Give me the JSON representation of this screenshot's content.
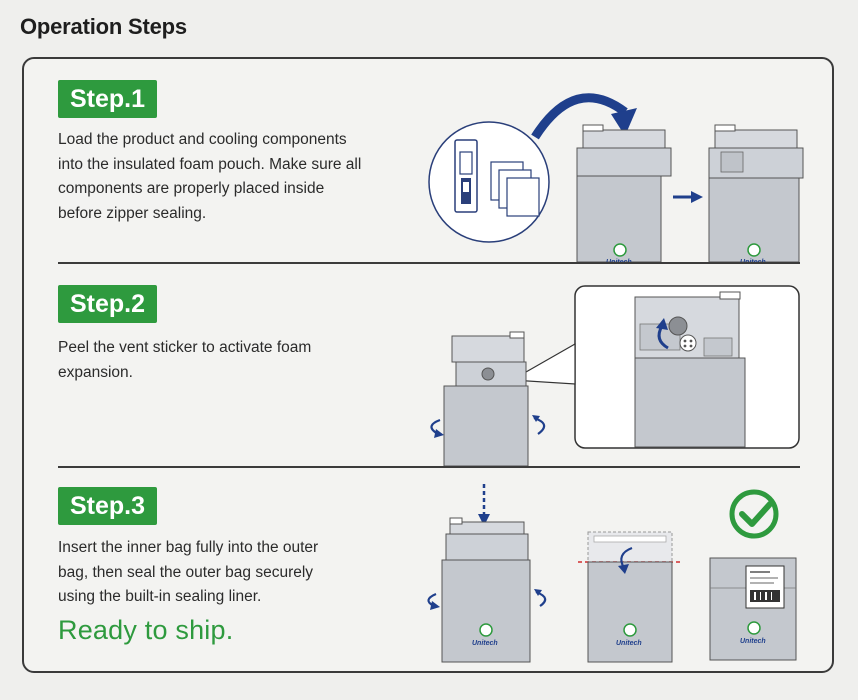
{
  "page": {
    "title": "Operation Steps"
  },
  "steps": [
    {
      "label": "Step.1",
      "lines": [
        "Load the product and cooling components",
        "into the insulated foam pouch. Make sure all",
        "components are properly placed inside",
        "before zipper sealing."
      ]
    },
    {
      "label": "Step.2",
      "lines": [
        "Peel the vent sticker to activate foam",
        "expansion."
      ]
    },
    {
      "label": "Step.3",
      "lines": [
        "Insert the inner bag fully into the outer",
        "bag, then seal the outer bag securely",
        "using the built-in sealing liner."
      ]
    }
  ],
  "footer": {
    "ready_text": "Ready to ship."
  },
  "brand": {
    "logo_text": "Unitech"
  },
  "colors": {
    "accent_green": "#2e9a3e",
    "arrow_navy": "#1f3f8c",
    "bag_gray": "#c9cdd3",
    "outline_dark": "#3b3b3b"
  },
  "icons": [
    "curved-arrow-icon",
    "right-arrow-icon",
    "rotate-arrow-icon",
    "down-arrow-icon",
    "checkmark-icon"
  ]
}
